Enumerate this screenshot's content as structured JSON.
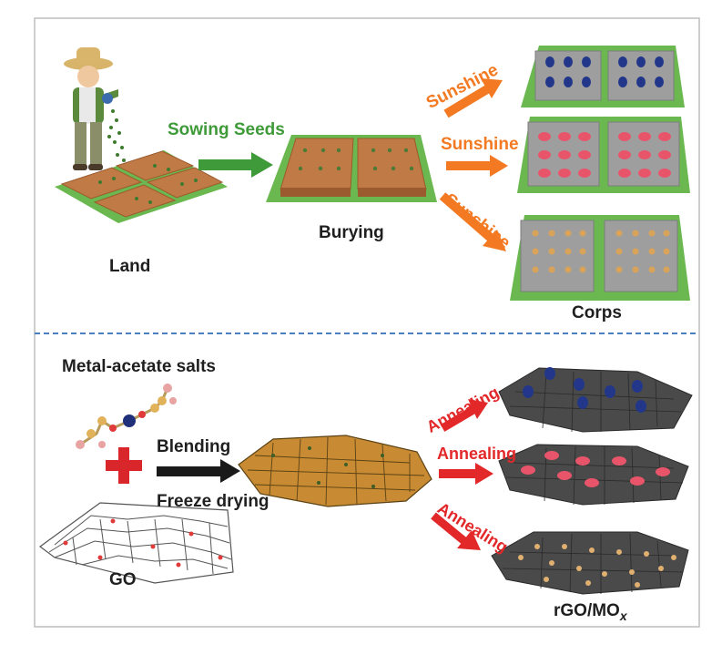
{
  "top_panel": {
    "land_label": "Land",
    "sowing_label": "Sowing Seeds",
    "burying_label": "Burying",
    "sunshine_labels": [
      "Sunshine",
      "Sunshine",
      "Sunshine"
    ],
    "corps_label": "Corps"
  },
  "bottom_panel": {
    "salts_label": "Metal-acetate salts",
    "blending_label": "Blending",
    "freeze_label": "Freeze drying",
    "go_label": "GO",
    "annealing_labels": [
      "Annealing",
      "Annealing",
      "Annealing"
    ],
    "product_label_main": "rGO/MO",
    "product_label_sub": "x"
  },
  "colors": {
    "green_arrow": "#3f9a39",
    "orange_arrow": "#f37a22",
    "red_arrow": "#e3282a",
    "black_arrow": "#1a1a1a",
    "divider": "#4a7fc1",
    "soil": "#c07a45",
    "grass": "#6ab84f",
    "gravel": "#9e9e9e",
    "graphene": "#4a4a4a",
    "crop_blue": "#23378a",
    "crop_red": "#e8556a",
    "crop_gold": "#d9a35a"
  }
}
